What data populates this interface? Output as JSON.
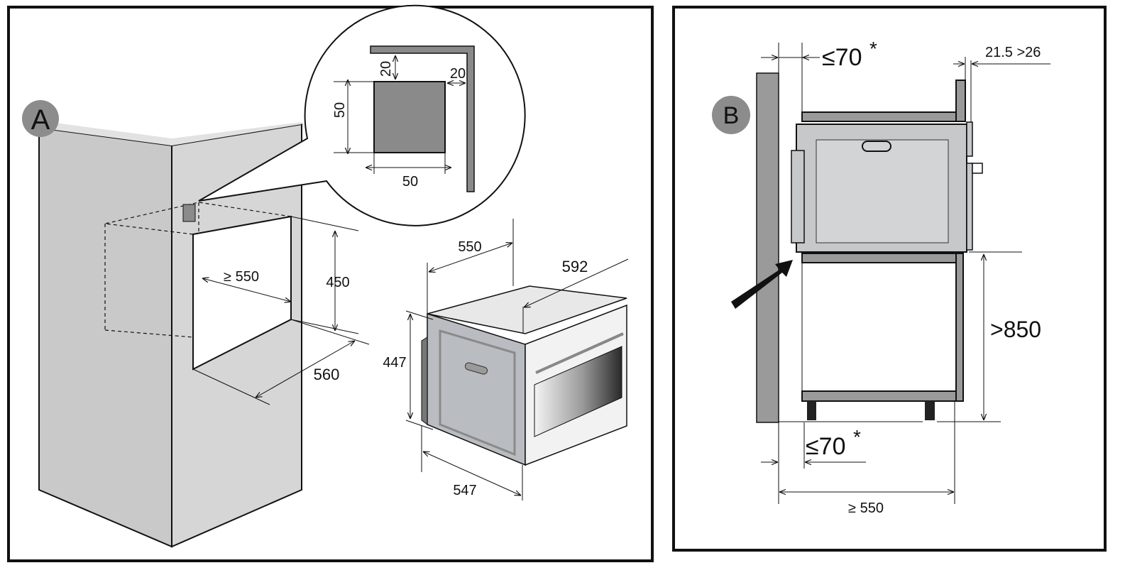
{
  "colors": {
    "frame": "#111111",
    "cabinet_front": "#d2d2d2",
    "cabinet_side": "#c4c4c4",
    "vent": "#8a8a8a",
    "oven_side": "#b9bcc0",
    "oven_front": "#f2f2f2",
    "badge": "#8c8c8c"
  },
  "panel_a": {
    "badge": "A",
    "callout": {
      "dim_top": "20",
      "dim_right": "20",
      "dim_left": "50",
      "dim_bottom": "50"
    },
    "niche": {
      "height": "450",
      "width": "≥ 550",
      "depth": "560"
    },
    "oven": {
      "depth_top": "550",
      "width": "592",
      "height": "447",
      "depth_bottom": "547"
    }
  },
  "panel_b": {
    "badge": "B",
    "top_gap": "≤70",
    "top_gap_mark": "*",
    "panel_thickness": "21.5 >26",
    "floor_height": ">850",
    "bottom_gap": "≤70",
    "bottom_gap_mark": "*",
    "depth": "≥ 550"
  }
}
